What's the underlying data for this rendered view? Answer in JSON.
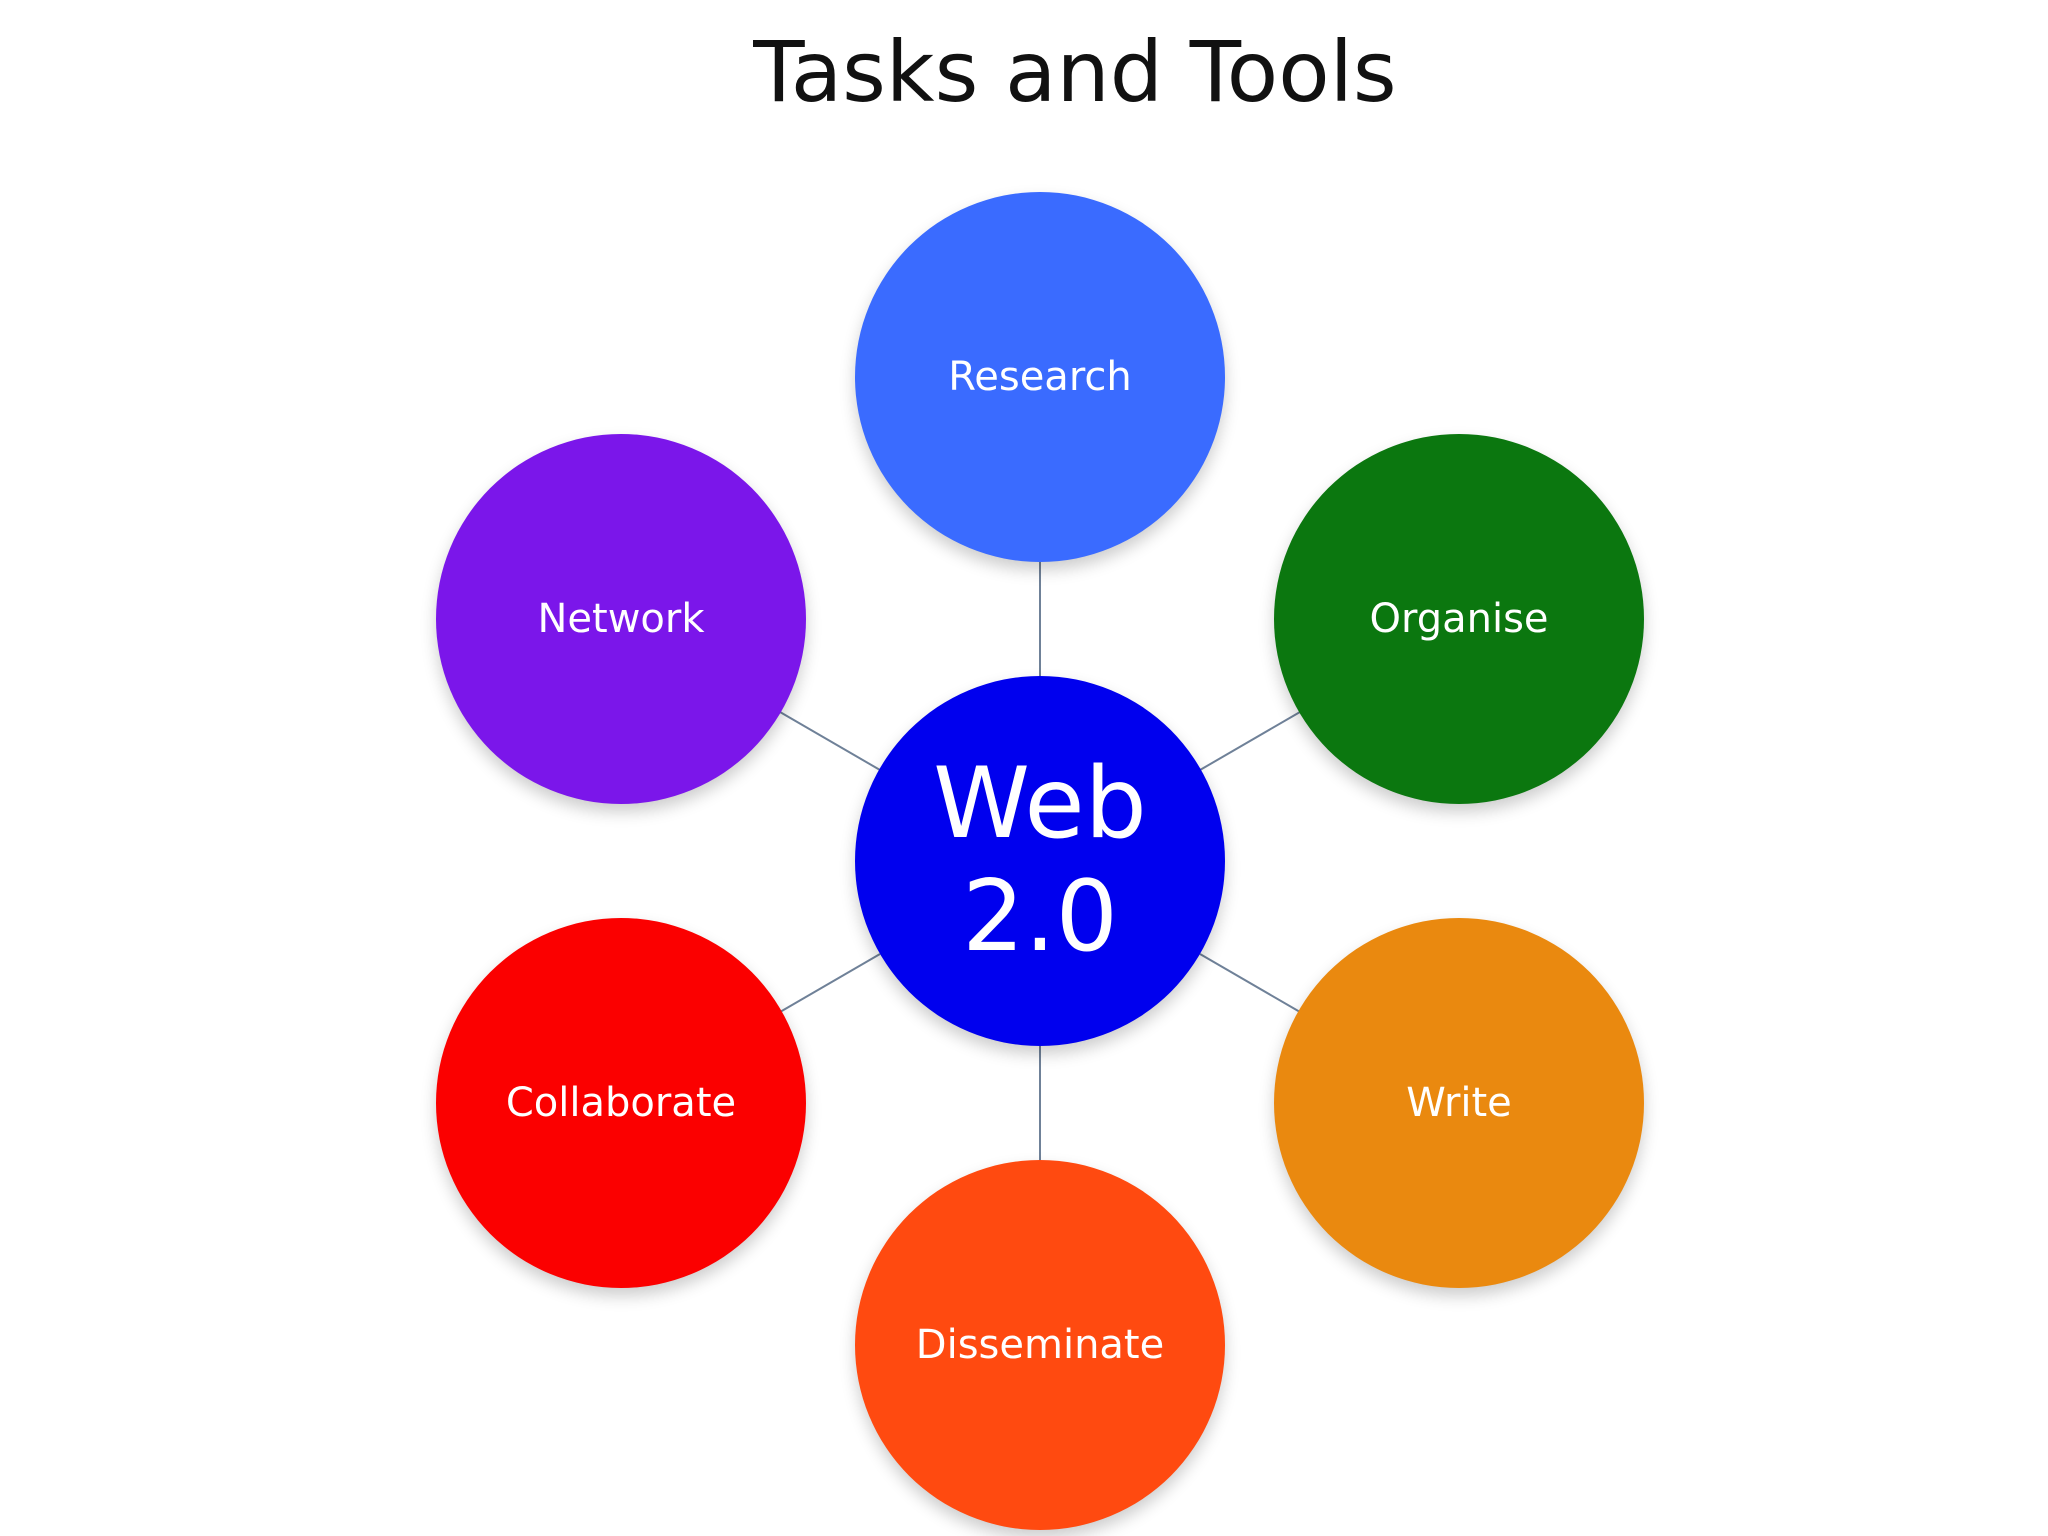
{
  "title": "Tasks and Tools",
  "diagram": {
    "center": {
      "label": "Web\n2.0",
      "color": "#0000ee"
    },
    "nodes": [
      {
        "id": "research",
        "label": "Research",
        "color": "#3a6bff"
      },
      {
        "id": "organise",
        "label": "Organise",
        "color": "#0b770f"
      },
      {
        "id": "write",
        "label": "Write",
        "color": "#ea890f"
      },
      {
        "id": "disseminate",
        "label": "Disseminate",
        "color": "#ff4a10"
      },
      {
        "id": "collaborate",
        "label": "Collaborate",
        "color": "#fb0000"
      },
      {
        "id": "network",
        "label": "Network",
        "color": "#7b16ea"
      }
    ]
  }
}
